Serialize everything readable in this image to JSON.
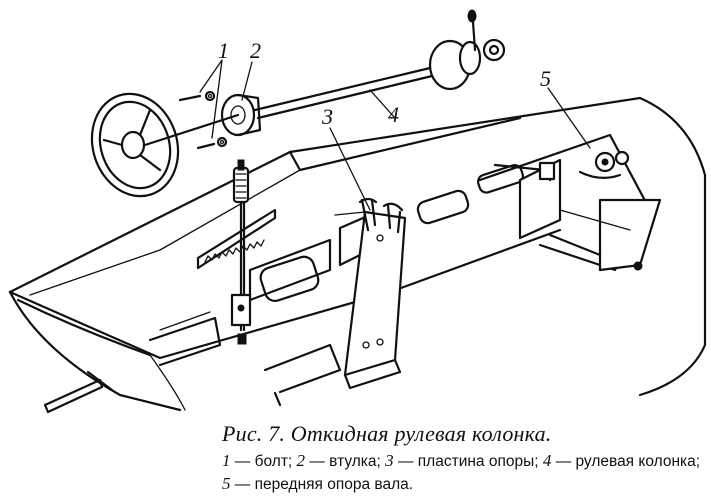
{
  "diagram": {
    "part_labels": [
      "1",
      "2",
      "3",
      "4",
      "5"
    ]
  },
  "caption": {
    "title": "Рис. 7. Откидная рулевая колонка.",
    "legend": [
      {
        "num": "1",
        "text": "болт;"
      },
      {
        "num": "2",
        "text": "втулка;"
      },
      {
        "num": "3",
        "text": "пластина опоры;"
      },
      {
        "num": "4",
        "text": "рулевая колонка;"
      },
      {
        "num": "5",
        "text": "передняя опора вала."
      }
    ]
  }
}
